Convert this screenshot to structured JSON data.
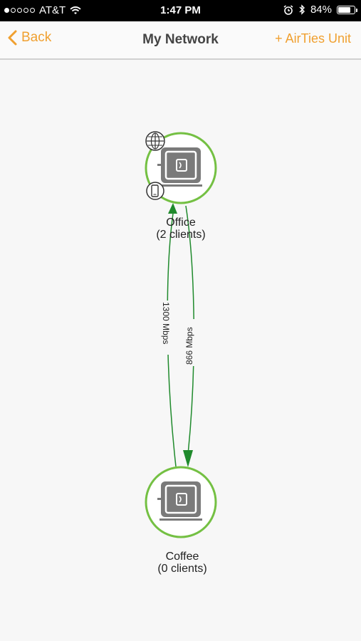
{
  "status_bar": {
    "carrier": "AT&T",
    "time": "1:47 PM",
    "battery": "84%",
    "battery_level": 0.84
  },
  "nav": {
    "back_label": "Back",
    "title": "My Network",
    "add_label": "+ AirTies Unit"
  },
  "nodes": [
    {
      "name": "Office",
      "clients": "(2 clients)"
    },
    {
      "name": "Coffee",
      "clients": "(0 clients)"
    }
  ],
  "links": [
    {
      "speed": "1300 Mbps"
    },
    {
      "speed": "866 Mbps"
    }
  ],
  "colors": {
    "accent": "#f0a030",
    "node_ring": "#74c043",
    "link": "#1f8a2c",
    "device": "#7a7a7a"
  }
}
